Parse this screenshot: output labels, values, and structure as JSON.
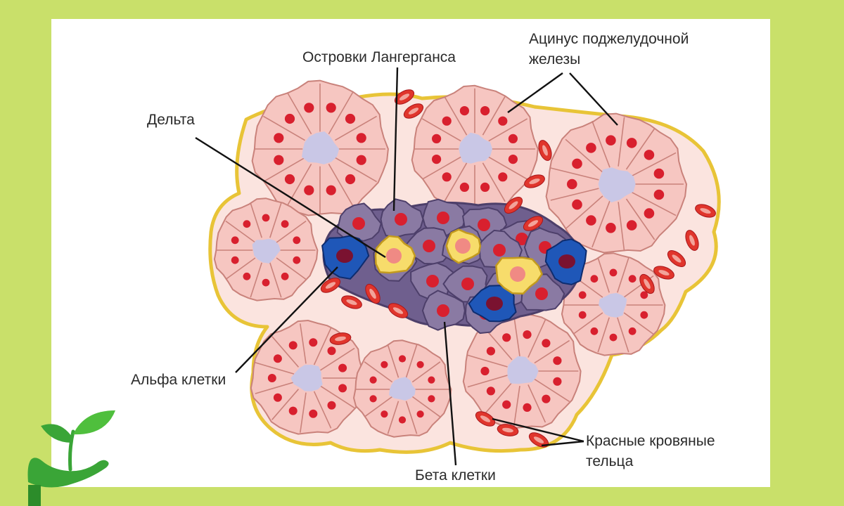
{
  "labels": {
    "islets": "Островки Лангерганса",
    "acinus_line1": "Ацинус поджелудочной",
    "acinus_line2": "железы",
    "delta": "Дельта",
    "alpha": "Альфа клетки",
    "beta": "Бета клетки",
    "rbc_line1": "Красные кровяные",
    "rbc_line2": "тельца"
  },
  "colors": {
    "background": "#c9e06a",
    "panel": "#ffffff",
    "capsule": "#e8c437",
    "acinus_cell": "#f6c6c1",
    "acinus_cell_stroke": "#c9827b",
    "acinus_lumen": "#c9c7e6",
    "nucleus": "#d8202e",
    "interstitium": "#fbe4df",
    "beta_cell": "#8a7aa3",
    "beta_cell_stroke": "#4d3f6a",
    "alpha_cell": "#1f57b8",
    "alpha_cell_stroke": "#0e2c6e",
    "alpha_nucleus": "#7a1230",
    "delta_cell": "#f7dc6b",
    "delta_cell_stroke": "#c39a1e",
    "delta_nucleus": "#f08a84",
    "rbc": "#e0352c",
    "rbc_inner": "#f2a39a",
    "leader_line": "#111111",
    "logo_green": "#3aa537"
  },
  "icons": [
    "sprout-hand-logo"
  ]
}
